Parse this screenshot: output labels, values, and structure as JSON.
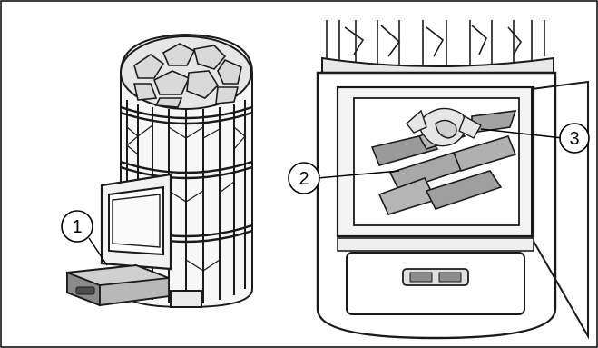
{
  "callouts": [
    {
      "id": "c1",
      "label": "1"
    },
    {
      "id": "c2",
      "label": "2"
    },
    {
      "id": "c3",
      "label": "3"
    }
  ],
  "colors": {
    "line": "#1a1a1a",
    "light_gray": "#d9d9d9",
    "mid_gray": "#b3b3b3",
    "dark_gray": "#6b6b6b",
    "stone": "#dcdcdc",
    "frame": "#000000"
  }
}
